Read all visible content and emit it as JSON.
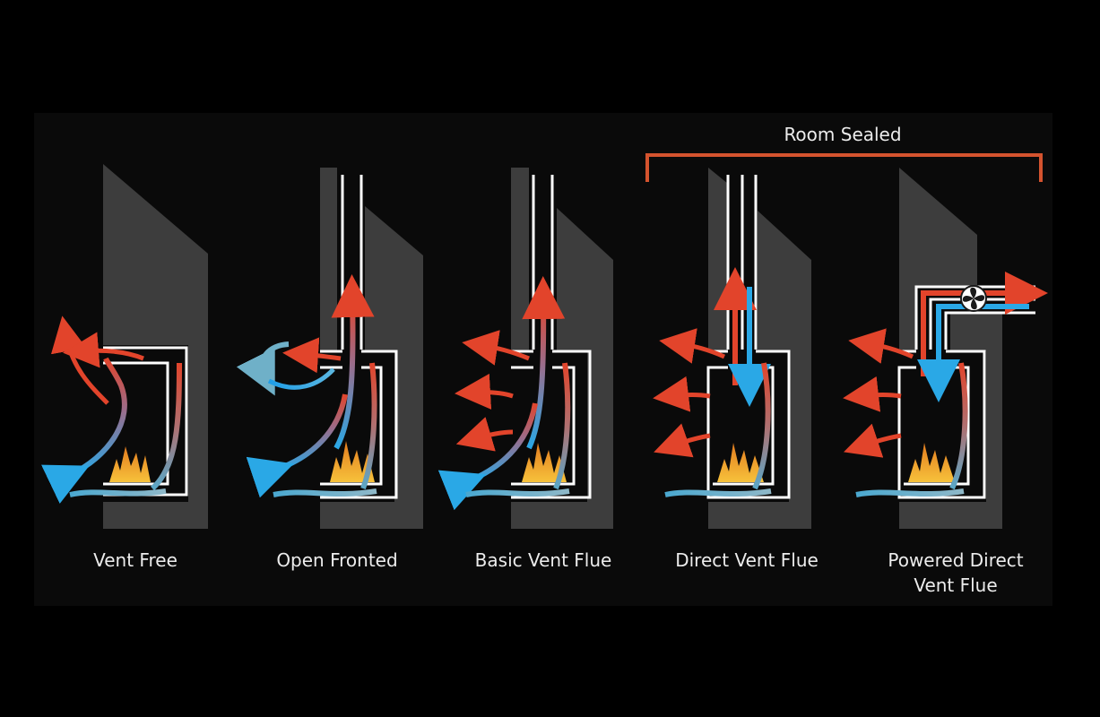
{
  "group": {
    "label": "Room Sealed",
    "bracket_color": "#d4532e"
  },
  "panels": [
    {
      "id": "vent-free",
      "label": "Vent Free"
    },
    {
      "id": "open-fronted",
      "label": "Open Fronted"
    },
    {
      "id": "basic-vent-flue",
      "label": "Basic Vent Flue"
    },
    {
      "id": "direct-vent-flue",
      "label": "Direct Vent Flue"
    },
    {
      "id": "powered-direct-vent-flue",
      "label": "Powered Direct Vent Flue"
    }
  ],
  "colors": {
    "background": "#000000",
    "wall": "#3d3d3d",
    "outline": "#ffffff",
    "hot_air": "#e2442b",
    "cold_air": "#2aa8e6",
    "flame": "#f5b01e",
    "fan_icon": "fan-icon"
  }
}
